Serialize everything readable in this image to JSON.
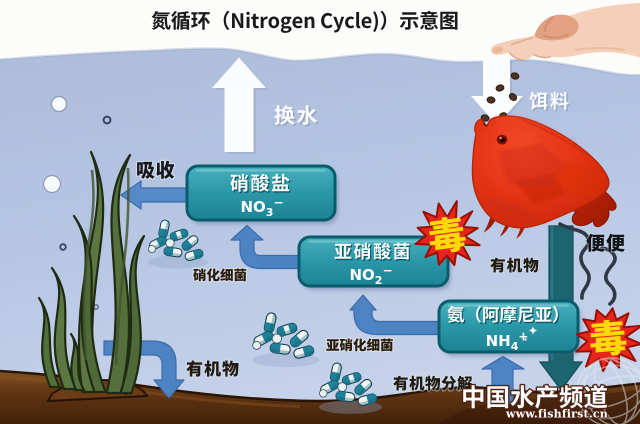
{
  "image_type": "aquarium nitrogen cycle schematic diagram",
  "title": "氮循环（Nitrogen Cycle)）示意图",
  "nodes": {
    "nitrate": {
      "name": "硝酸盐",
      "formula": "NO3-",
      "formula_main": "NO",
      "formula_sub": "3",
      "formula_sign": "−"
    },
    "nitrite": {
      "name": "亚硝酸菌",
      "formula": "NO2-",
      "formula_main": "NO",
      "formula_sub": "2",
      "formula_sign": "−"
    },
    "ammonia": {
      "name": "氨（阿摩尼亚）",
      "formula": "NH4+",
      "formula_main": "NH",
      "formula_sub": "4",
      "formula_sign": "+"
    }
  },
  "labels": {
    "water_change": "换水",
    "feed": "饵料",
    "absorb": "吸收",
    "nitrifying_bacteria": "硝化细菌",
    "nitrite_bacteria": "亚硝化细菌",
    "organic_left": "有机物",
    "organic_fish": "有机物",
    "organic_decompose": "有机物分解",
    "poop": "便便",
    "toxic_badge_1": "毒",
    "toxic_badge_2": "毒"
  },
  "watermark": {
    "brand": "中国水产频道",
    "url": "www.fishfirst.cn"
  },
  "diagram": {
    "type": "flow",
    "flows": [
      {
        "label": "饵料",
        "arrow": "down",
        "desc": "hand drops feed pellets into tank"
      },
      {
        "label": "换水",
        "arrow": "up",
        "desc": "nitrate removed by water change"
      },
      {
        "label": "便便",
        "arrow": "down",
        "desc": "fish waste sinks"
      },
      {
        "label": "有机物",
        "arrow": "down",
        "desc": "organic matter from plants/fish sinks"
      },
      {
        "label": "有机物分解",
        "arrow": "up",
        "from": "有机物",
        "to": "氨（阿摩尼亚）"
      },
      {
        "label": "亚硝化细菌",
        "arrow": "elbow-up",
        "from": "氨（阿摩尼亚）",
        "to": "亚硝酸菌"
      },
      {
        "label": "硝化细菌",
        "arrow": "elbow-up",
        "from": "亚硝酸菌",
        "to": "硝酸盐"
      },
      {
        "label": "吸收",
        "arrow": "left",
        "from": "硝酸盐",
        "to": "aquatic plants"
      }
    ],
    "toxic_nodes": [
      "亚硝酸菌",
      "氨（阿摩尼亚）"
    ]
  },
  "colors": {
    "water": "#aebcda",
    "box_teal": "#2a97a8",
    "box_border": "#0b5c6b",
    "arrow_blue": "#4d83c3",
    "arrow_dark_teal": "#1a6570",
    "toxic_red": "#e6251c",
    "toxic_text_yellow": "#ffd908",
    "fish_red": "#e23114",
    "substrate_brown": "#5c3312",
    "plant_green": "#5c7742",
    "title_black": "#1a1a1a"
  }
}
